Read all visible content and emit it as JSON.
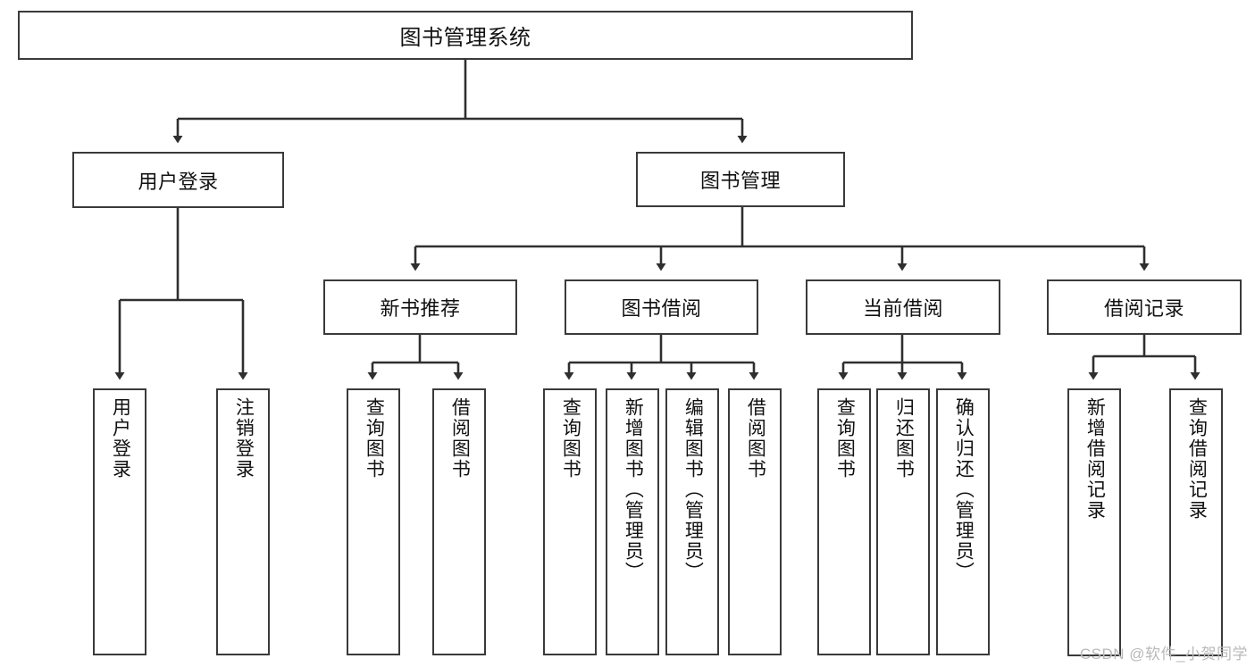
{
  "diagram": {
    "type": "tree-hierarchy",
    "title": "图书管理系统",
    "root": {
      "label": "图书管理系统"
    },
    "level1": [
      {
        "label": "用户登录"
      },
      {
        "label": "图书管理"
      }
    ],
    "level2": [
      {
        "label": "新书推荐"
      },
      {
        "label": "图书借阅"
      },
      {
        "label": "当前借阅"
      },
      {
        "label": "借阅记录"
      }
    ],
    "leaves": {
      "user_login": [
        {
          "label": "用户登录"
        },
        {
          "label": "注销登录"
        }
      ],
      "new_book_recommend": [
        {
          "label": "查询图书"
        },
        {
          "label": "借阅图书"
        }
      ],
      "book_borrow": [
        {
          "label": "查询图书"
        },
        {
          "label": "新增图书（管理员）"
        },
        {
          "label": "编辑图书（管理员）"
        },
        {
          "label": "借阅图书"
        }
      ],
      "current_borrow": [
        {
          "label": "查询图书"
        },
        {
          "label": "归还图书"
        },
        {
          "label": "确认归还（管理员）"
        }
      ],
      "borrow_record": [
        {
          "label": "新增借阅记录"
        },
        {
          "label": "查询借阅记录"
        }
      ]
    }
  },
  "watermark": {
    "text": "CSDN @软件_小贺同学"
  },
  "colors": {
    "border": "#3a3a3a",
    "background": "#ffffff",
    "text": "#111111",
    "watermark": "#b9b9b9"
  }
}
